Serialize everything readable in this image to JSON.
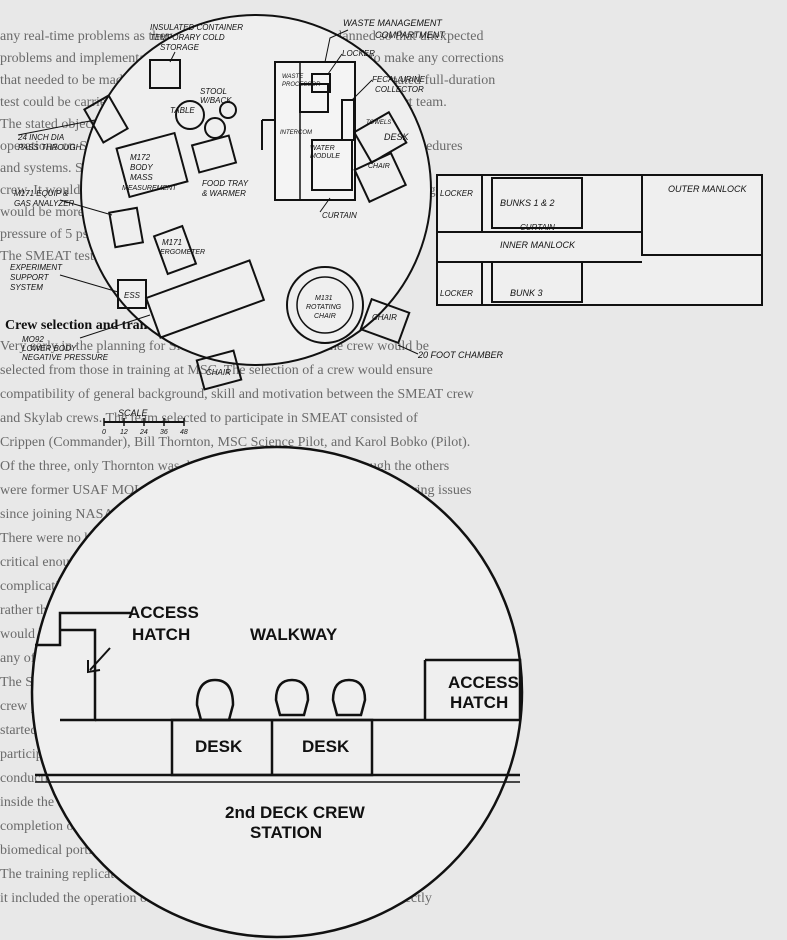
{
  "background_text": {
    "lines": [
      "any real-time problems as they occurred. The SMEAT was planned so that unexpected",
      "problems and implementation issues would be discovered in time to make any corrections",
      "that needed to be made before the flight so that a complete and coordinated full-duration",
      "test could be carried out with a crew and the flight operations and support team.",
      "The stated objectives of SMEAT were to obtain medical data for a 56-day",
      "operations on Skylab and to evaluate selected equipment, experimental procedures",
      "and systems. SMEAT would also give the ground support team a chance to",
      "crew. It would also enable operations and procedures to be evaluated during ground tests",
      "would be more realistic than in the Skylab workshop and in the",
      "pressure of 5 psia, normally found in the Skylab.",
      "The SMEAT test was scheduled to begin on 26 July 1972."
    ],
    "section_heading": "Crew selection and training",
    "lines2": [
      "Very early in the planning for SMEAT it was decided that the crew would be",
      "selected from those in training at MSC. The selection of a crew would ensure",
      "compatibility of general background, skill and motivation between the SMEAT crew",
      "and Skylab crews. The team selected to participate in SMEAT consisted of",
      "Crippen (Commander), Bill Thornton, MSC Science Pilot, and Karol Bobko (Pilot).",
      "Of the three, only Thornton was directly involved in Skylab, although the others",
      "were former USAF MOL pilots who had worked on early Skylab engineering issues",
      "since joining NASA in 1969.",
      "There were no back-up crew-members assigned, as it was felt that it was not",
      "critical enough for them to be trained. Instead, the expected crew gave more",
      "complications by not assigning one. The CapCom was to be a member of the",
      "rather than astronauts used during the main application, the chamber crew",
      "would be in direct contact with the test crew to monitor their progress",
      "any of the added technical",
      "The SMEAT astronauts entered the chamber to begin their 56-day simulated flight",
      "crew participation on 26 July 1972. The team members had spent",
      "started. During the early phases of their preparation were also involved in",
      "participated in the design of the chamber layout and operational planning",
      "conducting the test. Crew training began in January 1971, with",
      "inside the chamber using test equipment commencing in the spring of 1972.",
      "completion of the test in September 1972, their participation in the medical",
      "biomedical portion of the experiments continued until 9 October 1972.",
      "The training replicated that of the Skylab flight crews in many respects, as",
      "it included the operation of the medical experiments. Engineers were directly"
    ]
  },
  "top_plan": {
    "chamber_label": "20 FOOT CHAMBER",
    "scale_title": "SCALE",
    "scale_ticks": [
      "0",
      "12",
      "24",
      "36",
      "48"
    ],
    "labels": {
      "insulated_container": "INSULATED CONTAINER",
      "temporary_cold": "TEMPORARY COLD",
      "storage": "STORAGE",
      "waste_mgmt_1": "WASTE MANAGEMENT",
      "waste_mgmt_2": "COMPARTMENT",
      "locker": "LOCKER",
      "stool": "STOOL",
      "w_back": "W/BACK",
      "table": "TABLE",
      "waste_processor_1": "WASTE",
      "waste_processor_2": "PROCESSOR",
      "fecal_urine_1": "FECAL/URINE",
      "fecal_urine_2": "COLLECTOR",
      "pass_through_1": "24 INCH DIA",
      "pass_through_2": "PASS THROUGH",
      "intercom": "INTERCOM",
      "water_module_1": "WATER",
      "water_module_2": "MODULE",
      "desk": "DESK",
      "chair": "CHAIR",
      "m172_1": "M172",
      "m172_2": "BODY",
      "m172_3": "MASS",
      "m172_4": "MEASUREMENT",
      "food_tray_1": "FOOD TRAY",
      "food_tray_2": "& WARMER",
      "curtain": "CURTAIN",
      "m171_equip_1": "M171 EQUIP &",
      "m171_equip_2": "GAS ANALYZER",
      "m171_1": "M171",
      "m171_2": "ERGOMETER",
      "experiment_support_1": "EXPERIMENT",
      "experiment_support_2": "SUPPORT",
      "experiment_support_3": "SYSTEM",
      "ess": "ESS",
      "m092_1": "MO92",
      "m092_2": "LOWER BODY",
      "m092_3": "NEGATIVE PRESSURE",
      "m131_1": "M131",
      "m131_2": "ROTATING",
      "m131_3": "CHAIR",
      "chair_right": "CHAIR",
      "chair_bottom": "CHAIR",
      "locker_top": "LOCKER",
      "bunks_12": "BUNKS 1 & 2",
      "outer_manlock": "OUTER MANLOCK",
      "curtain_right": "CURTAIN",
      "inner_manlock": "INNER MANLOCK",
      "locker_bottom": "LOCKER",
      "bunk_3": "BUNK  3",
      "towels": "TOWELS",
      "chair_upper": "CHAIR"
    }
  },
  "bottom_plan": {
    "access_hatch_left_1": "ACCESS",
    "access_hatch_left_2": "HATCH",
    "walkway": "WALKWAY",
    "access_hatch_right_1": "ACCESS",
    "access_hatch_right_2": "HATCH",
    "desk_left": "DESK",
    "desk_right": "DESK",
    "station_1": "2nd DECK CREW",
    "station_2": "STATION"
  }
}
